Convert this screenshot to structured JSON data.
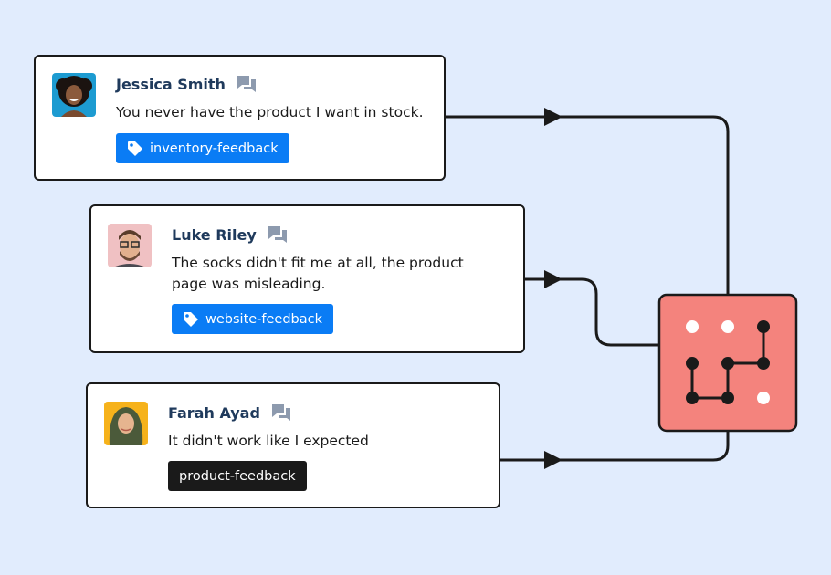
{
  "colors": {
    "background": "#e1ecfd",
    "card_border": "#1a1a1a",
    "name_text": "#1f3a5c",
    "tag_blue": "#0a7cf5",
    "tag_dark": "#1a1a1a",
    "hub_fill": "#f4837d",
    "chat_icon": "#8d9aae"
  },
  "feedback": [
    {
      "name": "Jessica Smith",
      "message_lines": [
        "You never have the product I want in stock."
      ],
      "tag": "inventory-feedback",
      "tag_style": "blue",
      "tag_icon": "tag-icon",
      "avatar": "avatar-photo"
    },
    {
      "name": "Luke Riley",
      "message_lines": [
        "The socks didn't fit me at all, the product",
        "page was misleading."
      ],
      "tag": "website-feedback",
      "tag_style": "blue",
      "tag_icon": "tag-icon",
      "avatar": "avatar-photo"
    },
    {
      "name": "Farah Ayad",
      "message_lines": [
        "It didn't work like I expected"
      ],
      "tag": "product-feedback",
      "tag_style": "dark",
      "tag_icon": "",
      "avatar": "avatar-photo"
    }
  ],
  "hub": {
    "icon": "dot-grid-path-icon"
  }
}
